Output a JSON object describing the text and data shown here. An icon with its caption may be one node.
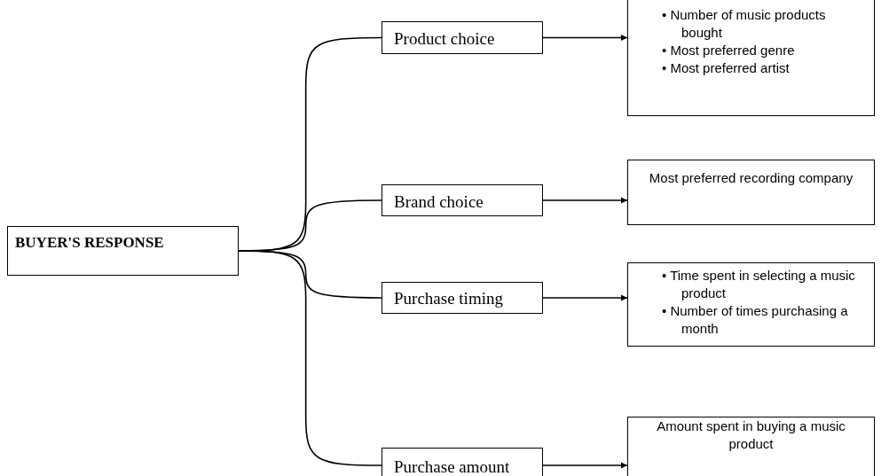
{
  "diagram": {
    "nodes": [
      {
        "text": [
          "BUYER'S RESPONSE"
        ]
      },
      {
        "text": [
          "Product choice"
        ]
      },
      {
        "text": [
          "Brand choice"
        ]
      },
      {
        "text": [
          "Purchase timing"
        ]
      },
      {
        "text": [
          "Purchase amount"
        ]
      },
      {
        "text": [
          "• Number of music products bought",
          "• Most preferred genre",
          "• Most preferred artist"
        ]
      },
      {
        "text": [
          "Most preferred recording company"
        ]
      },
      {
        "text": [
          "• Time spent in selecting a music product",
          "• Number of times purchasing a month"
        ]
      },
      {
        "text": [
          "Amount spent in buying a music product"
        ]
      }
    ],
    "edges": [
      {
        "from": 0,
        "to": 1,
        "arrow": "none"
      },
      {
        "from": 0,
        "to": 2,
        "arrow": "none"
      },
      {
        "from": 0,
        "to": 3,
        "arrow": "none"
      },
      {
        "from": 0,
        "to": 4,
        "arrow": "none"
      },
      {
        "from": 1,
        "to": 5,
        "arrow": "to"
      },
      {
        "from": 2,
        "to": 6,
        "arrow": "to"
      },
      {
        "from": 3,
        "to": 7,
        "arrow": "to"
      },
      {
        "from": 4,
        "to": 8,
        "arrow": "to"
      }
    ]
  }
}
